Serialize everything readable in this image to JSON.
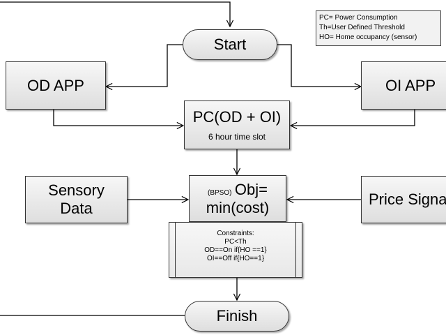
{
  "legend": {
    "line1": "PC= Power Consumption",
    "line2": "Th=User Defined Threshold",
    "line3": "HO= Home occupancy (sensor)"
  },
  "nodes": {
    "start": "Start",
    "od_app": "OD APP",
    "oi_app": "OI APP",
    "pc_title": "PC(OD + OI)",
    "pc_sub": "6 hour time slot",
    "sensory_line1": "Sensory",
    "sensory_line2": "Data",
    "obj_prefix": "(BPSO)",
    "obj_line1": "Obj=",
    "obj_line2": "min(cost)",
    "price": "Price Signal",
    "finish": "Finish"
  },
  "constraints": {
    "title": "Constraints:",
    "c1": "PC<Th",
    "c2": "OD==On if{HO ==1}",
    "c3": "OI==Off if{HO==1}"
  }
}
